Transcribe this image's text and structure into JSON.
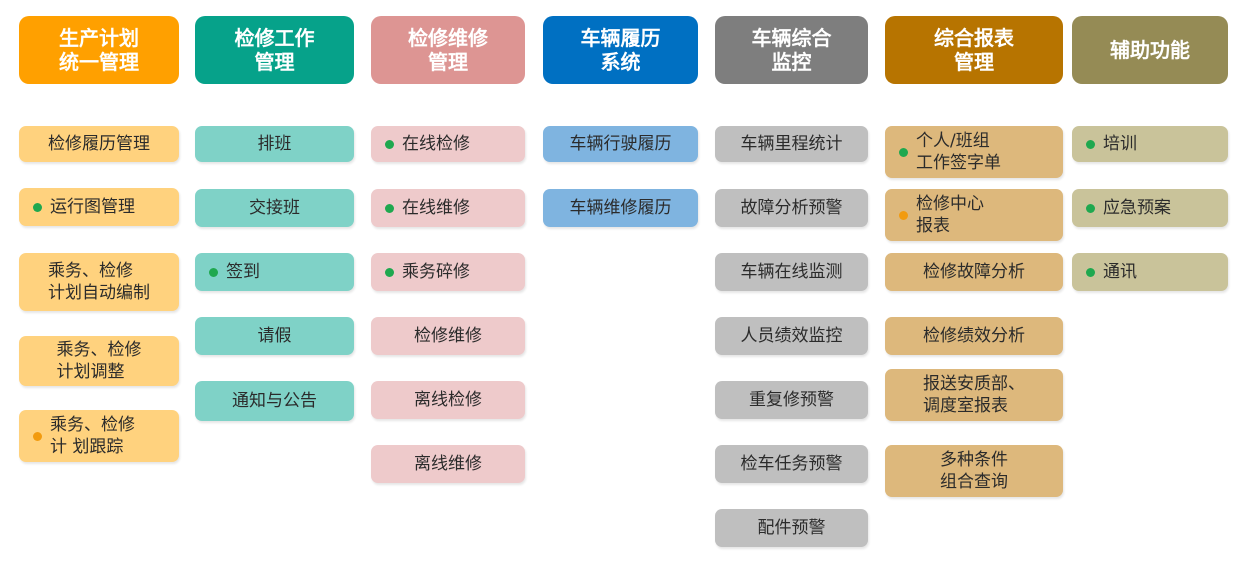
{
  "columns": [
    {
      "title": "生产计划\n统一管理",
      "header_color": "#FFA000",
      "item_color": "#FFD27E",
      "items": [
        {
          "label": "检修履历管理",
          "marker": "none"
        },
        {
          "label": "运行图管理",
          "marker": "green"
        },
        {
          "label": "乘务、检修\n计划自动编制",
          "marker": "none"
        },
        {
          "label": "乘务、检修\n计划调整",
          "marker": "none"
        },
        {
          "label": "乘务、检修\n计 划跟踪",
          "marker": "orange"
        }
      ]
    },
    {
      "title": "检修工作\n管理",
      "header_color": "#06A28A",
      "item_color": "#7FD2C7",
      "items": [
        {
          "label": "排班",
          "marker": "none"
        },
        {
          "label": "交接班",
          "marker": "none"
        },
        {
          "label": "签到",
          "marker": "green"
        },
        {
          "label": "请假",
          "marker": "none"
        },
        {
          "label": "通知与公告",
          "marker": "none"
        }
      ]
    },
    {
      "title": "检修维修\n管理",
      "header_color": "#DD9593",
      "item_color": "#EECACB",
      "items": [
        {
          "label": "在线检修",
          "marker": "green"
        },
        {
          "label": "在线维修",
          "marker": "green"
        },
        {
          "label": "乘务碎修",
          "marker": "green"
        },
        {
          "label": "检修维修",
          "marker": "none"
        },
        {
          "label": "离线检修",
          "marker": "none"
        },
        {
          "label": "离线维修",
          "marker": "none"
        }
      ]
    },
    {
      "title": "车辆履历\n系统",
      "header_color": "#0070C2",
      "item_color": "#7FB4E0",
      "items": [
        {
          "label": "车辆行驶履历",
          "marker": "none"
        },
        {
          "label": "车辆维修履历",
          "marker": "none"
        }
      ]
    },
    {
      "title": "车辆综合\n监控",
      "header_color": "#7E7E7E",
      "item_color": "#BFBFBF",
      "items": [
        {
          "label": "车辆里程统计",
          "marker": "none"
        },
        {
          "label": "故障分析预警",
          "marker": "none"
        },
        {
          "label": "车辆在线监测",
          "marker": "none"
        },
        {
          "label": "人员绩效监控",
          "marker": "none"
        },
        {
          "label": "重复修预警",
          "marker": "none"
        },
        {
          "label": "检车任务预警",
          "marker": "none"
        },
        {
          "label": "配件预警",
          "marker": "none"
        }
      ]
    },
    {
      "title": "综合报表\n管理",
      "header_color": "#B77400",
      "item_color": "#DDB87C",
      "items": [
        {
          "label": "个人/班组\n工作签字单",
          "marker": "green"
        },
        {
          "label": "检修中心\n报表",
          "marker": "orange"
        },
        {
          "label": "检修故障分析",
          "marker": "none"
        },
        {
          "label": "检修绩效分析",
          "marker": "none"
        },
        {
          "label": "报送安质部、\n调度室报表",
          "marker": "none"
        },
        {
          "label": "多种条件\n组合查询",
          "marker": "none"
        }
      ]
    },
    {
      "title": "辅助功能",
      "header_color": "#958B55",
      "item_color": "#C9C39A",
      "items": [
        {
          "label": "培训",
          "marker": "green"
        },
        {
          "label": "应急预案",
          "marker": "green"
        },
        {
          "label": "通讯",
          "marker": "green"
        }
      ]
    }
  ],
  "marker_colors": {
    "green": "#1FA84F",
    "orange": "#F29B0F"
  }
}
